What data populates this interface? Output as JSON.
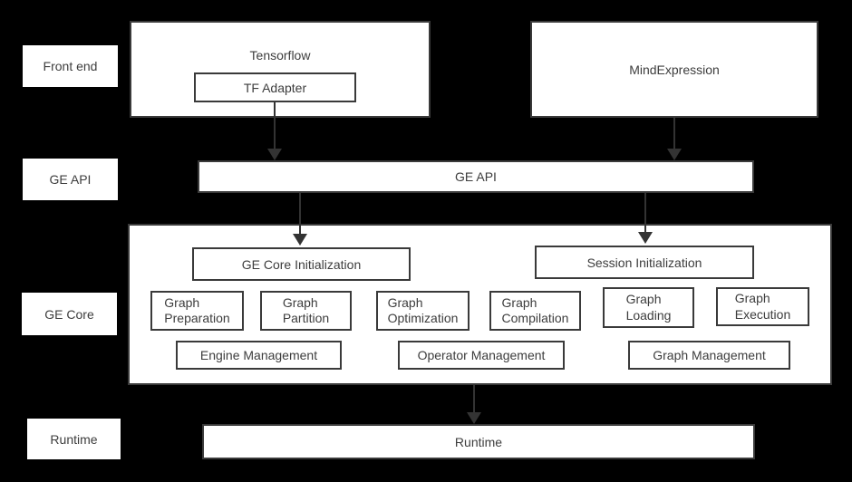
{
  "colors": {
    "background": "#000000",
    "box_fill": "#ffffff",
    "box_border": "#3a3a3a",
    "text": "#3d3d3d",
    "arrow": "#333333"
  },
  "row_labels": [
    {
      "label": "Front end"
    },
    {
      "label": "GE API"
    },
    {
      "label": "GE Core"
    },
    {
      "label": "Runtime"
    }
  ],
  "front_end": {
    "tensorflow_label": "Tensorflow",
    "tf_adapter_label": "TF Adapter",
    "mindexpression_label": "MindExpression"
  },
  "ge_api": {
    "label": "GE API"
  },
  "ge_core": {
    "init_left": "GE Core Initialization",
    "init_right": "Session Initialization",
    "features": [
      "Graph\nPreparation",
      "Graph\nPartition",
      "Graph\nOptimization",
      "Graph\nCompilation",
      "Graph\nLoading",
      "Graph\nExecution"
    ],
    "management": [
      "Engine Management",
      "Operator Management",
      "Graph Management"
    ]
  },
  "runtime": {
    "label": "Runtime"
  }
}
